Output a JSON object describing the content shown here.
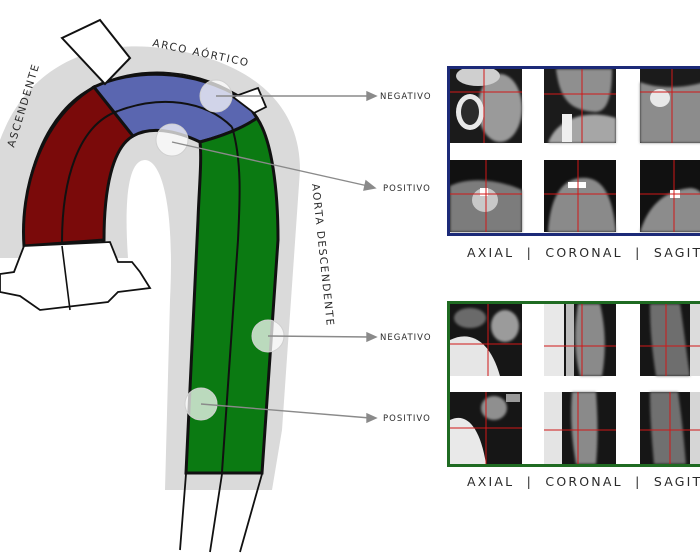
{
  "regions": {
    "arch": "ARCO AÓRTICO",
    "ascending": "ASCENDENTE",
    "descending": "AORTA DESCENDENTE"
  },
  "callouts": [
    {
      "label": "NEGATIVO",
      "panel": "upper"
    },
    {
      "label": "POSITIVO",
      "panel": "upper"
    },
    {
      "label": "NEGATIVO",
      "panel": "lower"
    },
    {
      "label": "POSITIVO",
      "panel": "lower"
    }
  ],
  "panels": {
    "upper": {
      "border_color": "#1c2a78",
      "segment": "arch"
    },
    "lower": {
      "border_color": "#1f6b22",
      "segment": "descending"
    }
  },
  "view_labels": {
    "upper": "AXIAL  |  CORONAL  |  SAGITA",
    "lower": "AXIAL  |  CORONAL  |  SAGITA"
  },
  "colors": {
    "ascending_fill": "#7a0a0a",
    "arch_fill": "#5a66b0",
    "descending_fill": "#0b7a12",
    "halo": "#d9d9d9",
    "crosshair": "#d01818",
    "leader": "#8a8a8a"
  }
}
